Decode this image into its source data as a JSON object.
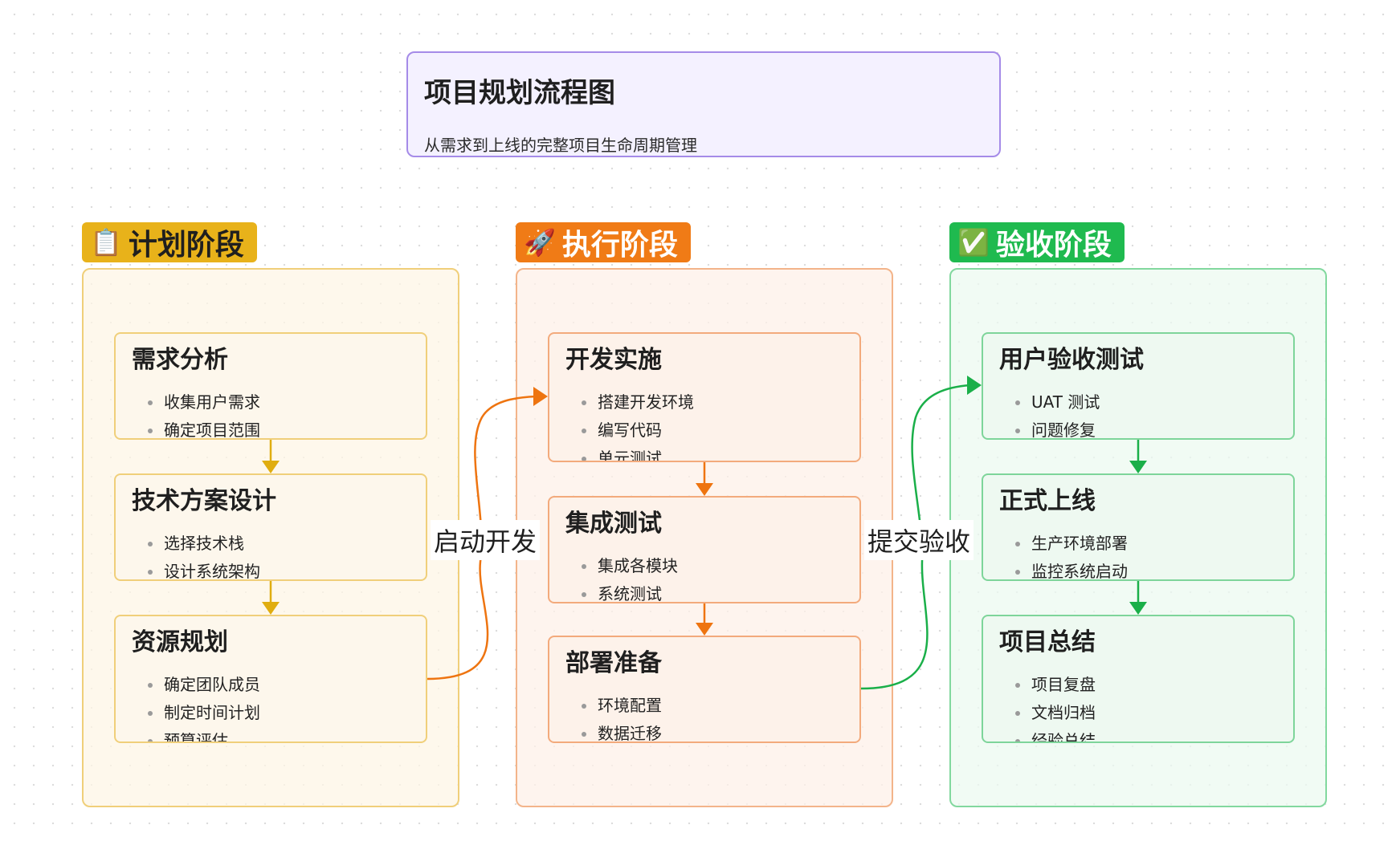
{
  "header": {
    "title": "项目规划流程图",
    "subtitle": "从需求到上线的完整项目生命周期管理"
  },
  "phases": [
    {
      "icon": "📋",
      "label": "计划阶段",
      "color": "#e8b21a",
      "steps": [
        {
          "title": "需求分析",
          "items": [
            "收集用户需求",
            "确定项目范围"
          ]
        },
        {
          "title": "技术方案设计",
          "items": [
            "选择技术栈",
            "设计系统架构"
          ]
        },
        {
          "title": "资源规划",
          "items": [
            "确定团队成员",
            "制定时间计划",
            "预算评估"
          ]
        }
      ]
    },
    {
      "icon": "🚀",
      "label": "执行阶段",
      "color": "#f07b16",
      "steps": [
        {
          "title": "开发实施",
          "items": [
            "搭建开发环境",
            "编写代码",
            "单元测试"
          ]
        },
        {
          "title": "集成测试",
          "items": [
            "集成各模块",
            "系统测试"
          ]
        },
        {
          "title": "部署准备",
          "items": [
            "环境配置",
            "数据迁移"
          ]
        }
      ]
    },
    {
      "icon": "✅",
      "label": "验收阶段",
      "color": "#1fba4f",
      "steps": [
        {
          "title": "用户验收测试",
          "items": [
            "UAT 测试",
            "问题修复"
          ]
        },
        {
          "title": "正式上线",
          "items": [
            "生产环境部署",
            "监控系统启动"
          ]
        },
        {
          "title": "项目总结",
          "items": [
            "项目复盘",
            "文档归档",
            "经验总结"
          ]
        }
      ]
    }
  ],
  "edges": [
    {
      "label": "启动开发"
    },
    {
      "label": "提交验收"
    }
  ],
  "colors": {
    "plan": "#e8b21a",
    "exec": "#f07b16",
    "accept": "#1fba4f"
  }
}
